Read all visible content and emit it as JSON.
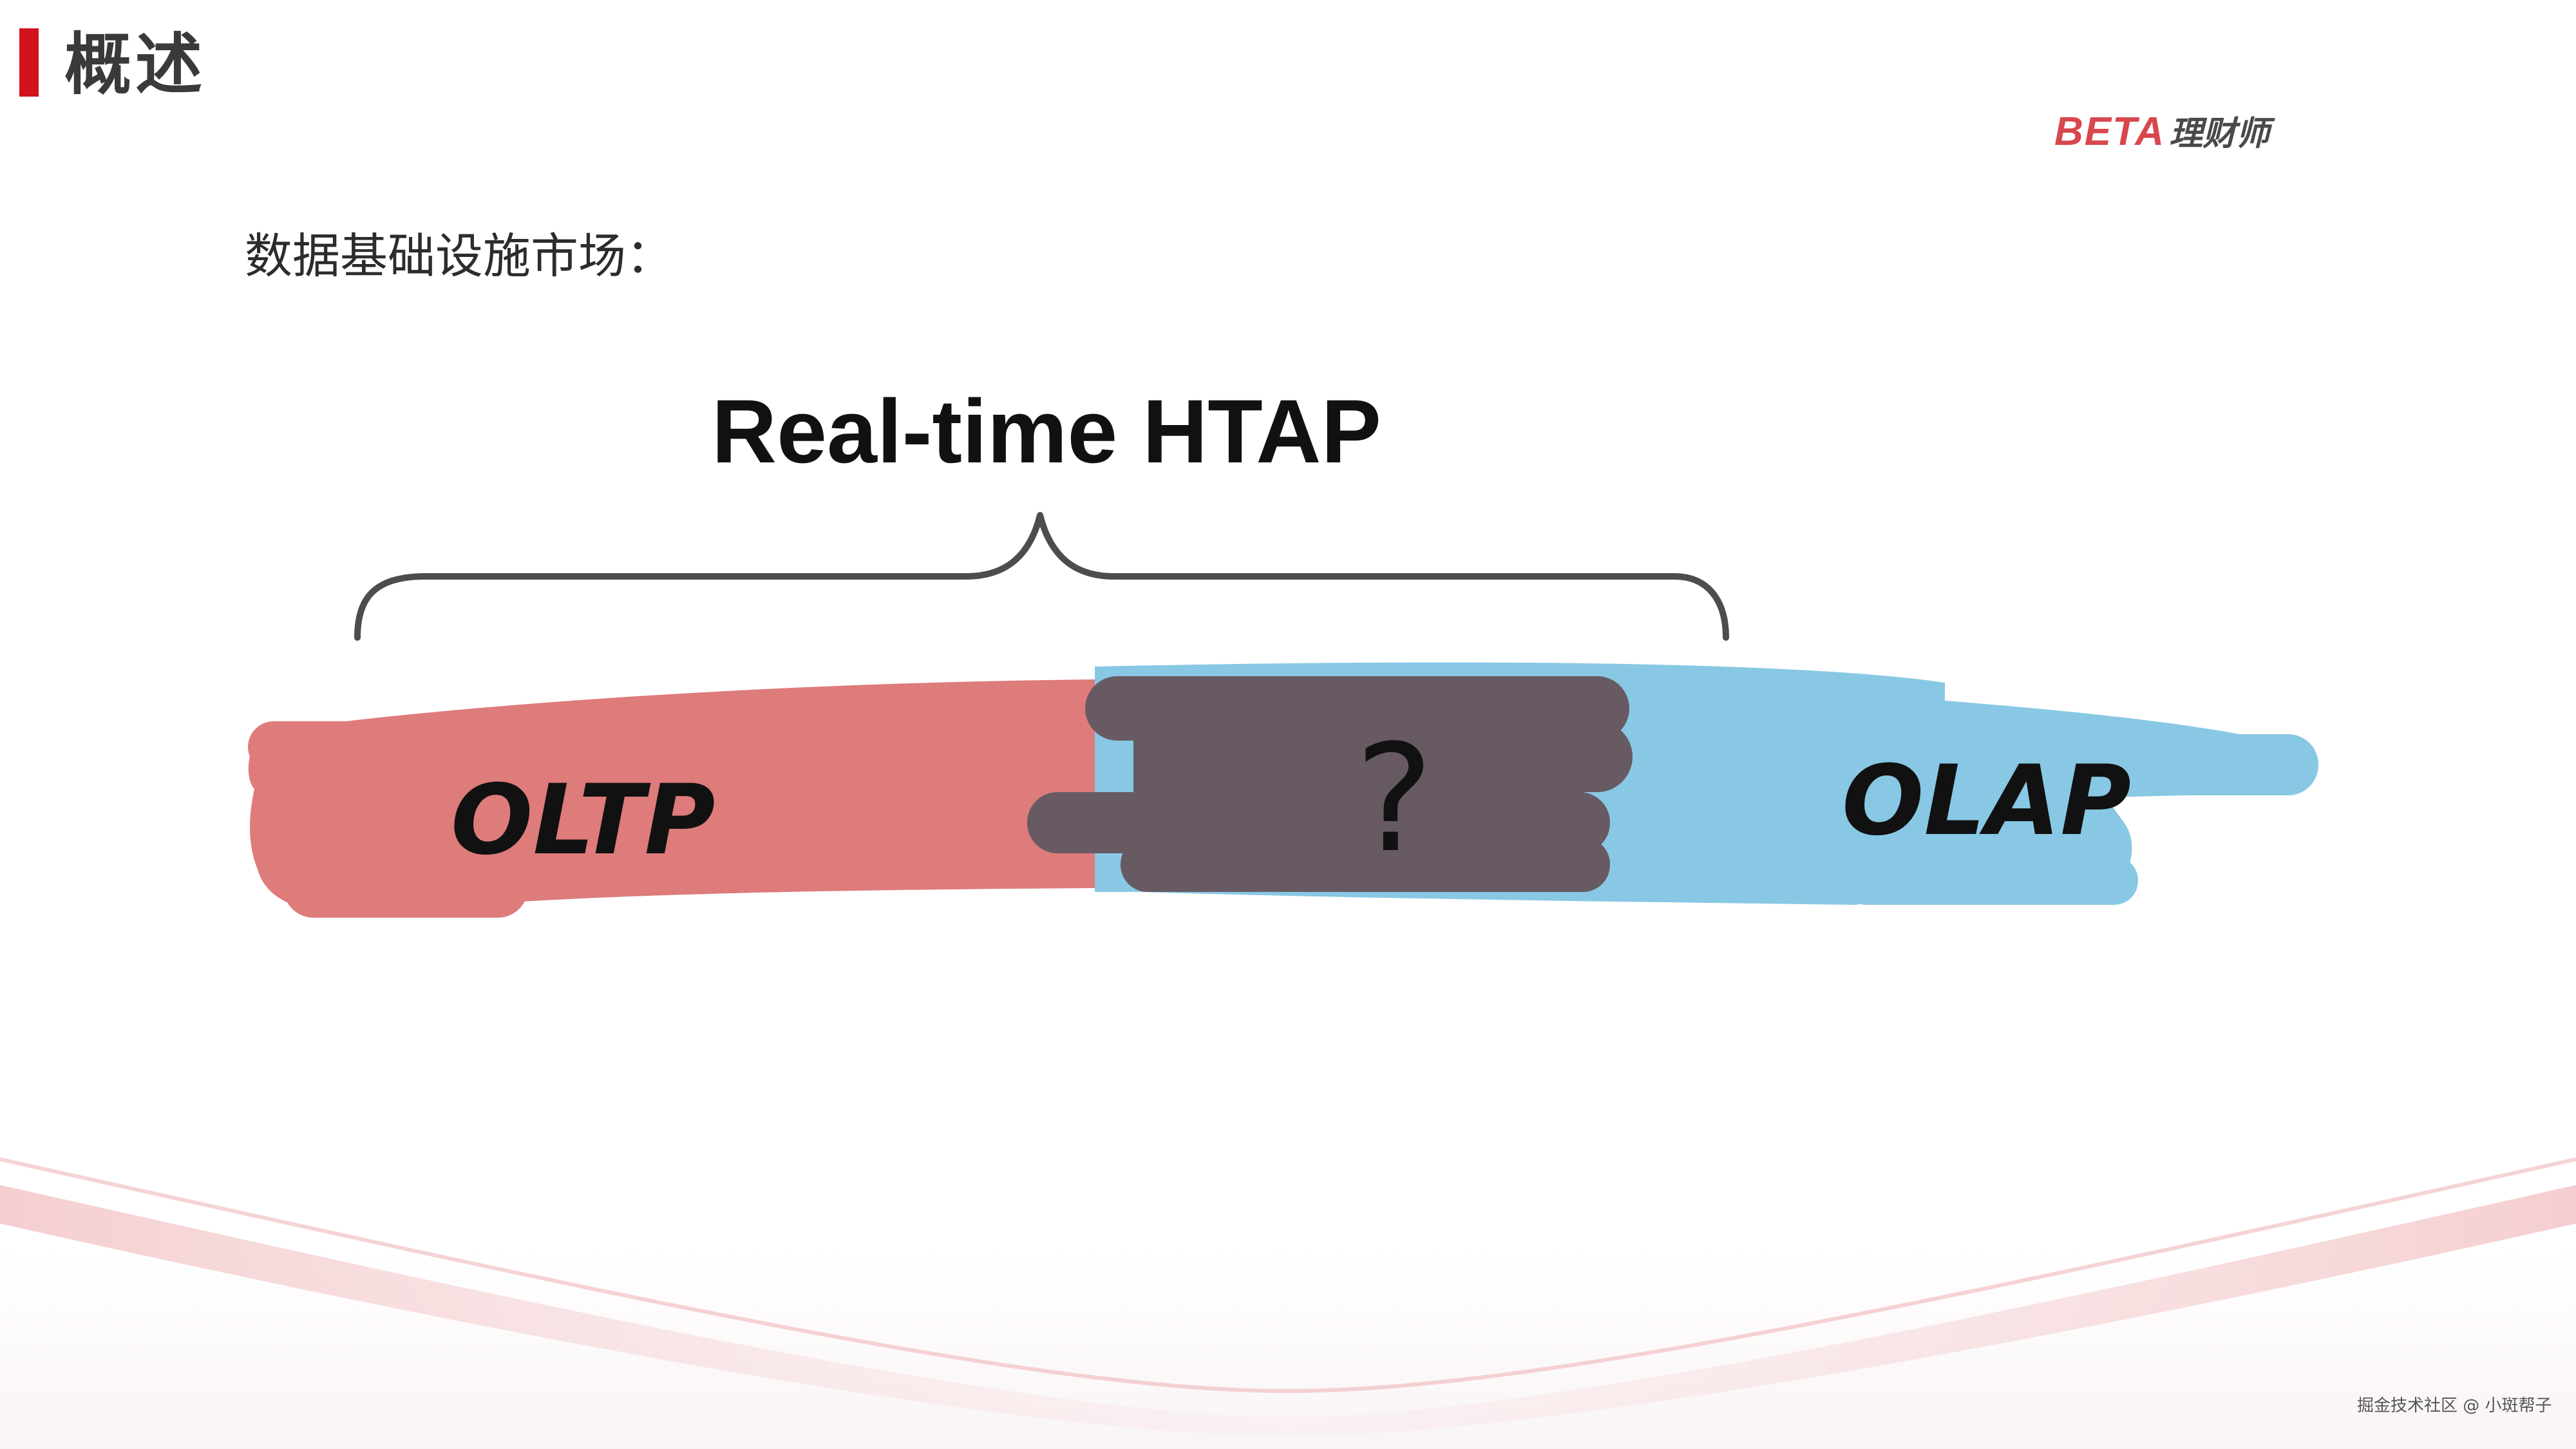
{
  "slide": {
    "title": "概述",
    "subtitle": "数据基础设施市场："
  },
  "brand": {
    "en": "BETA",
    "cn": "理财师",
    "accent_color": "#d8474d"
  },
  "diagram": {
    "heading": "Real-time HTAP",
    "segments": [
      {
        "label": "OLTP",
        "color": "#de7b7b"
      },
      {
        "label": "?",
        "color": "#675a63"
      },
      {
        "label": "OLAP",
        "color": "#88c8e4"
      }
    ],
    "brace_color": "#4d4d4d"
  },
  "watermark": "掘金技术社区 @ 小斑帮子"
}
